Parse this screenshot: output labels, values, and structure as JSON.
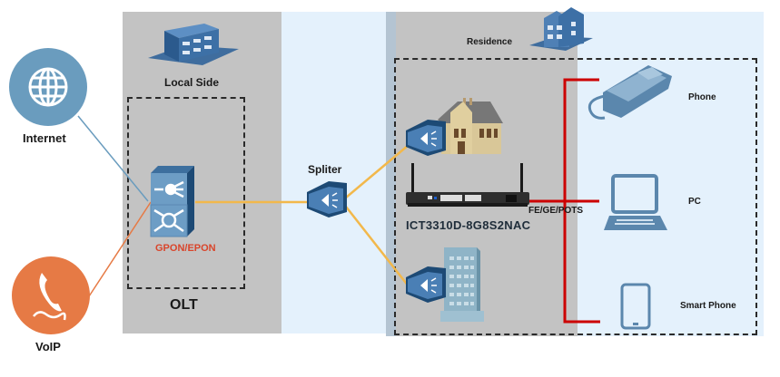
{
  "diagram": {
    "title": "GPON/EPON network topology",
    "zones": {
      "local_side": "Local Side",
      "olt": "OLT",
      "residence": "Residence"
    },
    "sources": {
      "internet": {
        "label": "Internet",
        "icon": "globe-icon",
        "color": "#6a9cbe"
      },
      "voip": {
        "label": "VoIP",
        "icon": "telephone-handset-icon",
        "color": "#e67a45"
      }
    },
    "olt_device": {
      "label": "GPON/EPON",
      "label_color": "#d9452b"
    },
    "splitter": {
      "label": "Spliter"
    },
    "onu": {
      "model": "ICT3310D-8G8S2NAC",
      "ports": "FE/GE/POTS"
    },
    "endpoints": [
      {
        "label": "Phone",
        "icon": "desk-phone-icon"
      },
      {
        "label": "PC",
        "icon": "laptop-icon"
      },
      {
        "label": "Smart Phone",
        "icon": "smartphone-icon"
      }
    ],
    "colors": {
      "fiber": "#f2b84b",
      "ethernet": "#cc0000",
      "internet_link": "#6a9cbe",
      "voip_link": "#e67a45",
      "device_blue": "#6d9dc5",
      "device_dark": "#1d4a75"
    }
  }
}
